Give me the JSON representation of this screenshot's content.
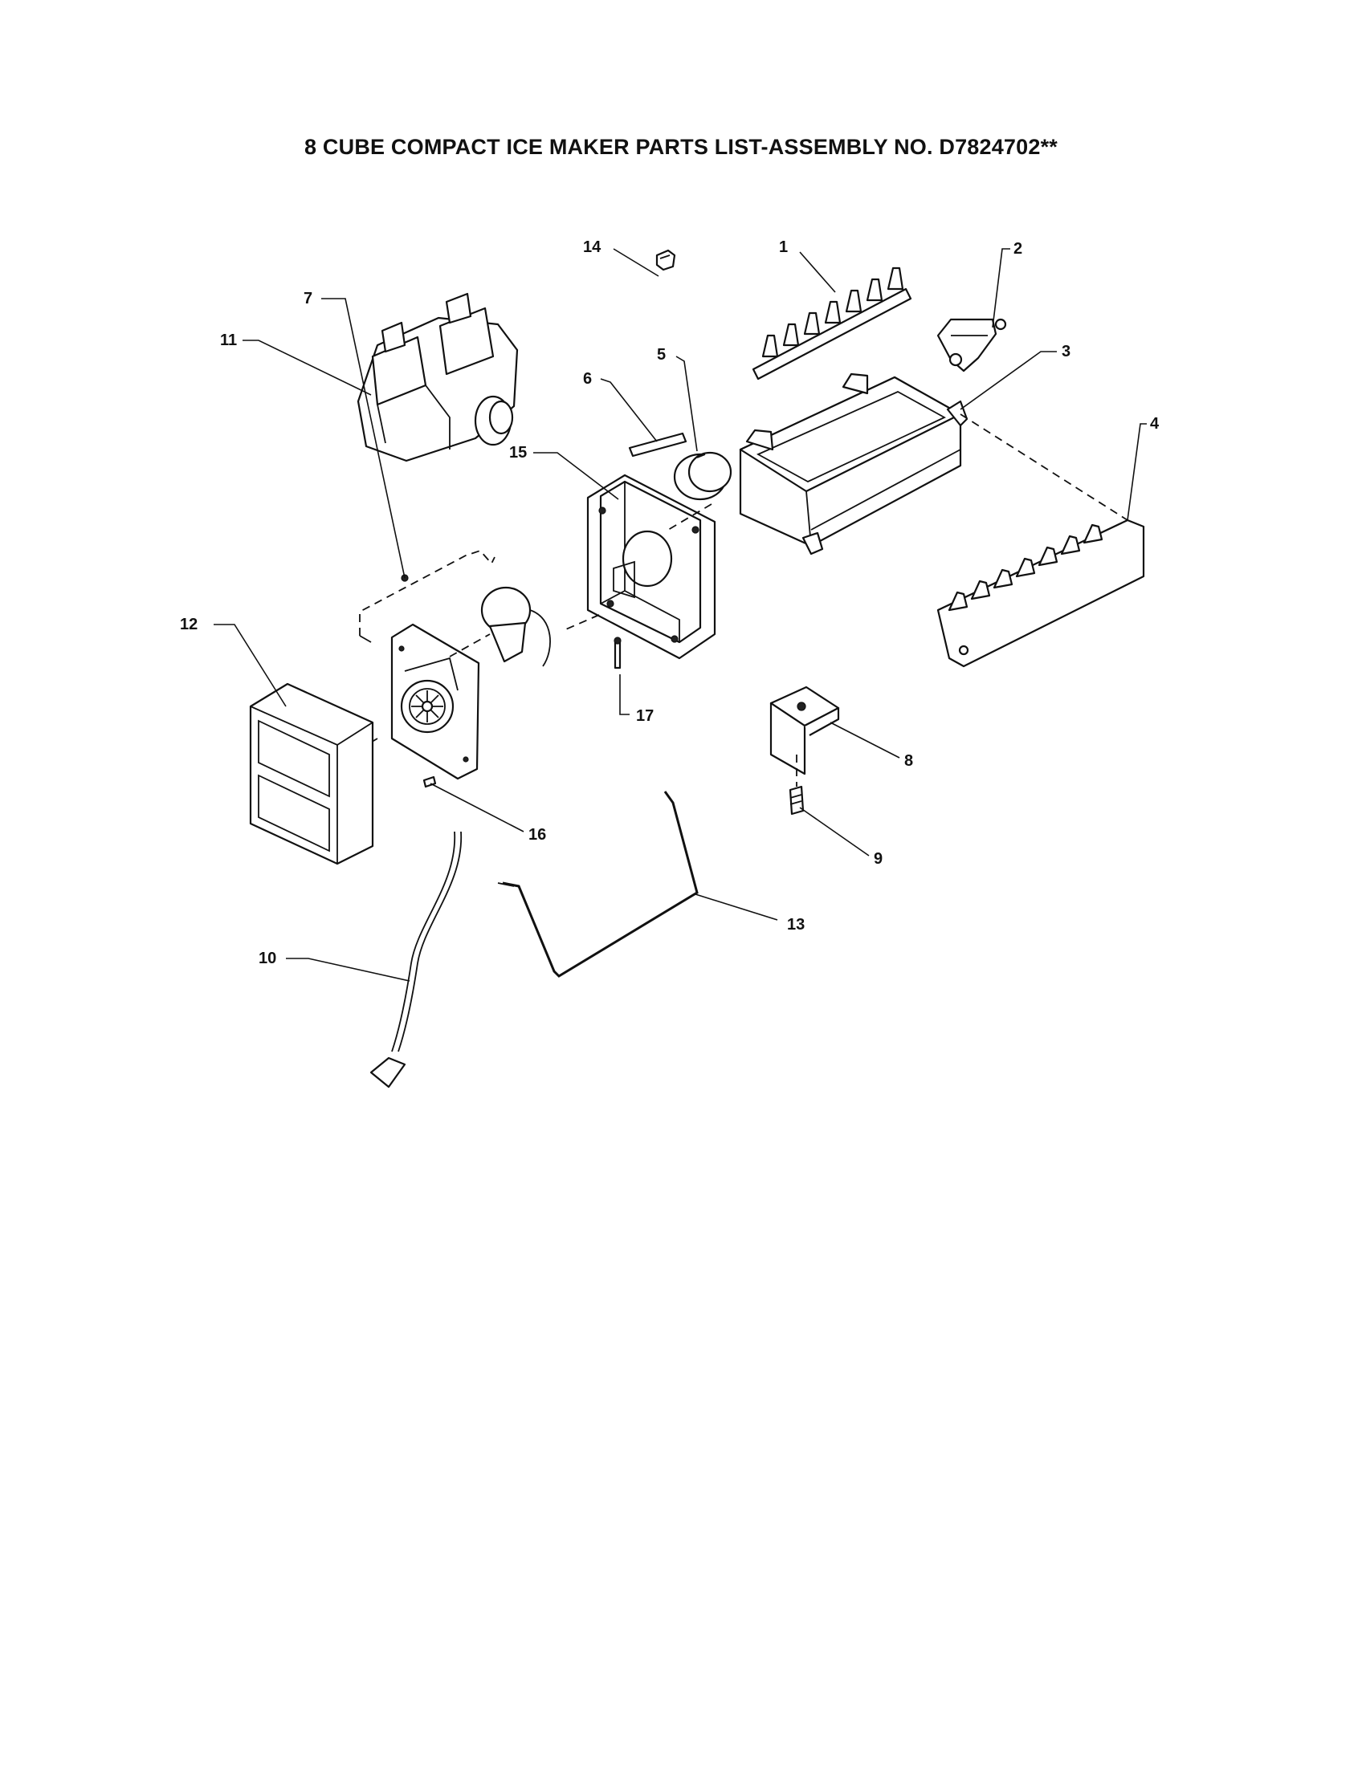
{
  "title": "8 CUBE COMPACT ICE MAKER PARTS LIST-ASSEMBLY NO. D7824702**",
  "callouts": [
    "1",
    "2",
    "3",
    "4",
    "5",
    "6",
    "7",
    "8",
    "9",
    "10",
    "11",
    "12",
    "13",
    "14",
    "15",
    "16",
    "17"
  ]
}
